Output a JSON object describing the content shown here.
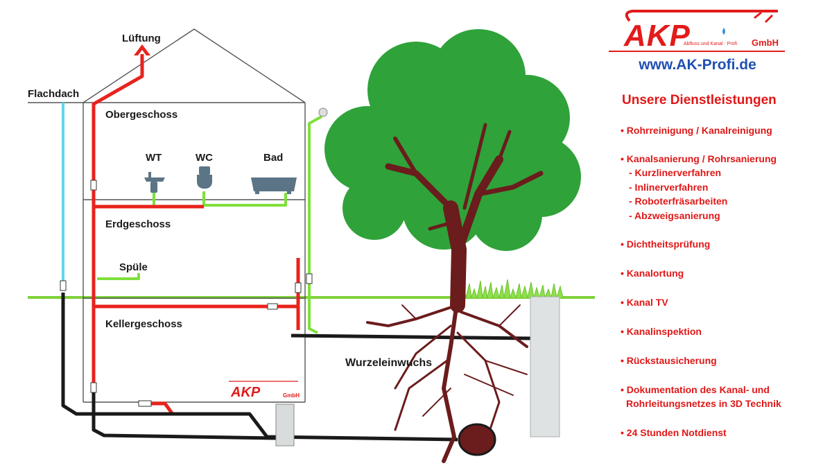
{
  "labels": {
    "lueftung": "Lüftung",
    "flachdach": "Flachdach",
    "obergeschoss": "Obergeschoss",
    "wt": "WT",
    "wc": "WC",
    "bad": "Bad",
    "erdgeschoss": "Erdgeschoss",
    "spuele": "Spüle",
    "kellergeschoss": "Kellergeschoss",
    "wurzeleinwuchs": "Wurzeleinwuchs"
  },
  "logo": {
    "name": "AKP",
    "subtitle": "Abfluss und Kanal · Profi",
    "gmbh": "GmbH",
    "url": "www.AK-Profi.de"
  },
  "services": {
    "title": "Unsere Dienstleistungen",
    "items": [
      {
        "label": "• Rohrreinigung / Kanalreinigung",
        "sub": []
      },
      {
        "label": "• Kanalsanierung / Rohrsanierung",
        "sub": [
          "- Kurzlinerverfahren",
          "- Inlinerverfahren",
          "- Roboterfräsarbeiten",
          "- Abzweigsanierung"
        ]
      },
      {
        "label": "• Dichtheitsprüfung",
        "sub": []
      },
      {
        "label": "• Kanalortung",
        "sub": []
      },
      {
        "label": "• Kanal TV",
        "sub": []
      },
      {
        "label": "• Kanalinspektion",
        "sub": []
      },
      {
        "label": "• Rückstausicherung",
        "sub": []
      },
      {
        "label": "• Dokumentation des Kanal- und",
        "sub": [
          "Rohrleitungsnetzes in 3D Technik"
        ]
      },
      {
        "label": "• 24 Stunden Notdienst",
        "sub": []
      }
    ]
  },
  "colors": {
    "waste_pipe": "#e8231d",
    "grey_water": "#7ee03a",
    "rain_pipe": "#5fd8ea",
    "sewer": "#1a1a1a",
    "tree_crown": "#2fa23a",
    "tree_trunk": "#6b1c1c",
    "accent": "#e01717",
    "url": "#1f4fb3"
  }
}
